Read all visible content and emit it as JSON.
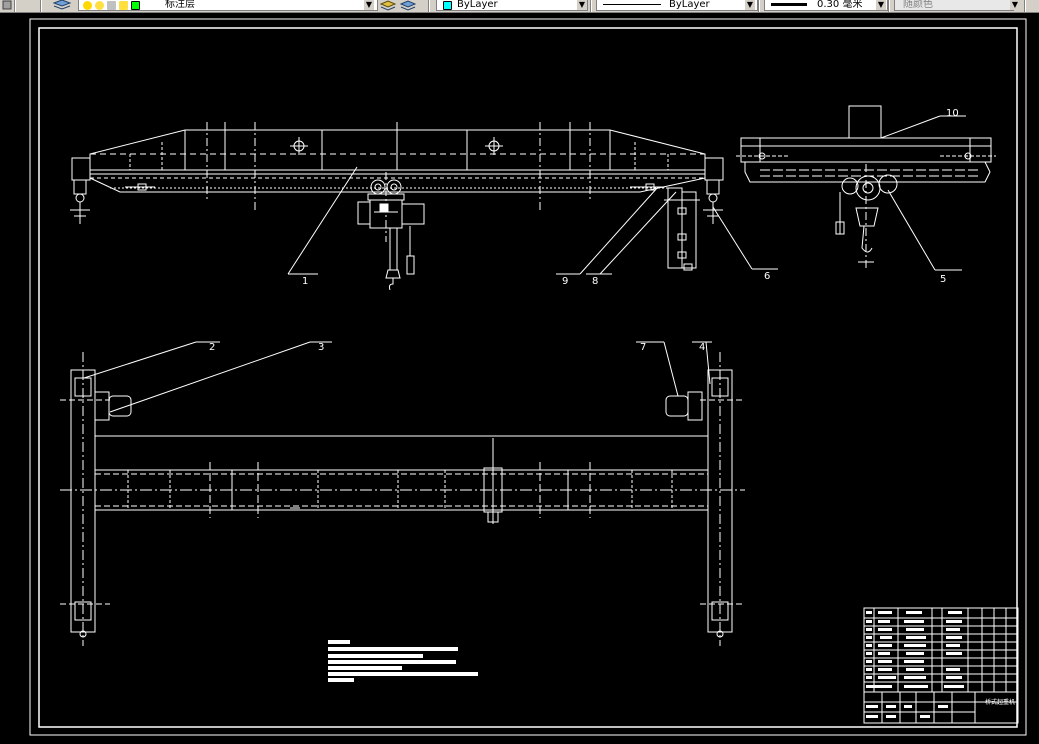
{
  "toolbar": {
    "layer_name": "标注层",
    "color_value": "ByLayer",
    "linetype_value": "ByLayer",
    "lineweight_value": "0.30 毫米",
    "plotstyle_value": "随颜色"
  },
  "drawing": {
    "callouts": {
      "c1": "1",
      "c2": "2",
      "c3": "3",
      "c4": "4",
      "c5": "5",
      "c6": "6",
      "c7": "7",
      "c8": "8",
      "c9": "9",
      "c10": "10"
    },
    "title_block": {
      "drawing_name": "桥式起重机"
    }
  },
  "colors": {
    "background": "#000000",
    "lines": "#ffffff",
    "toolbar_bg": "#d4d0c8"
  }
}
